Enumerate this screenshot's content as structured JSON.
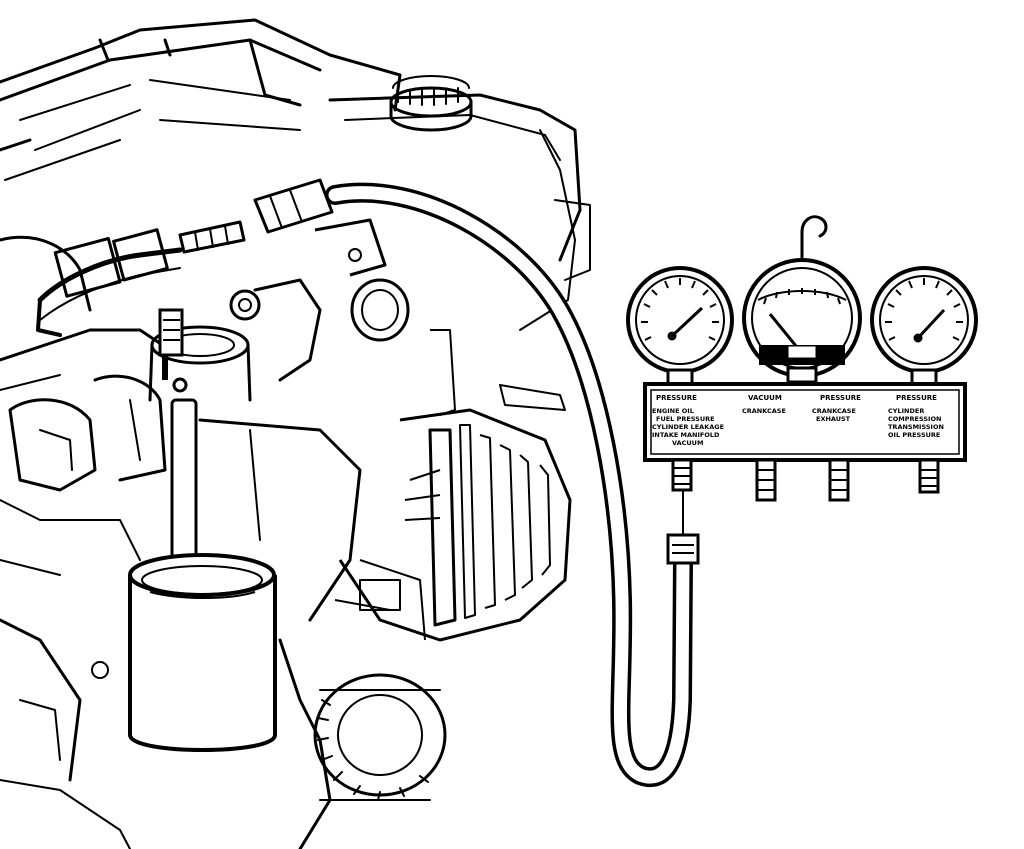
{
  "illustration": {
    "subject": "engine-fuel-pressure-test-with-gauge-manifold",
    "colors": {
      "ink": "#000000",
      "paper": "#ffffff"
    }
  },
  "manifold": {
    "headers": [
      "PRESSURE",
      "VACUUM",
      "PRESSURE",
      "PRESSURE"
    ],
    "col1": [
      "ENGINE OIL",
      "FUEL PRESSURE",
      "CYLINDER LEAKAGE",
      "INTAKE MANIFOLD",
      "VACUUM"
    ],
    "col2": [
      "CRANKCASE"
    ],
    "col3": [
      "CRANKCASE",
      "EXHAUST"
    ],
    "col4": [
      "CYLINDER",
      "COMPRESSION",
      "TRANSMISSION",
      "OIL PRESSURE"
    ]
  }
}
